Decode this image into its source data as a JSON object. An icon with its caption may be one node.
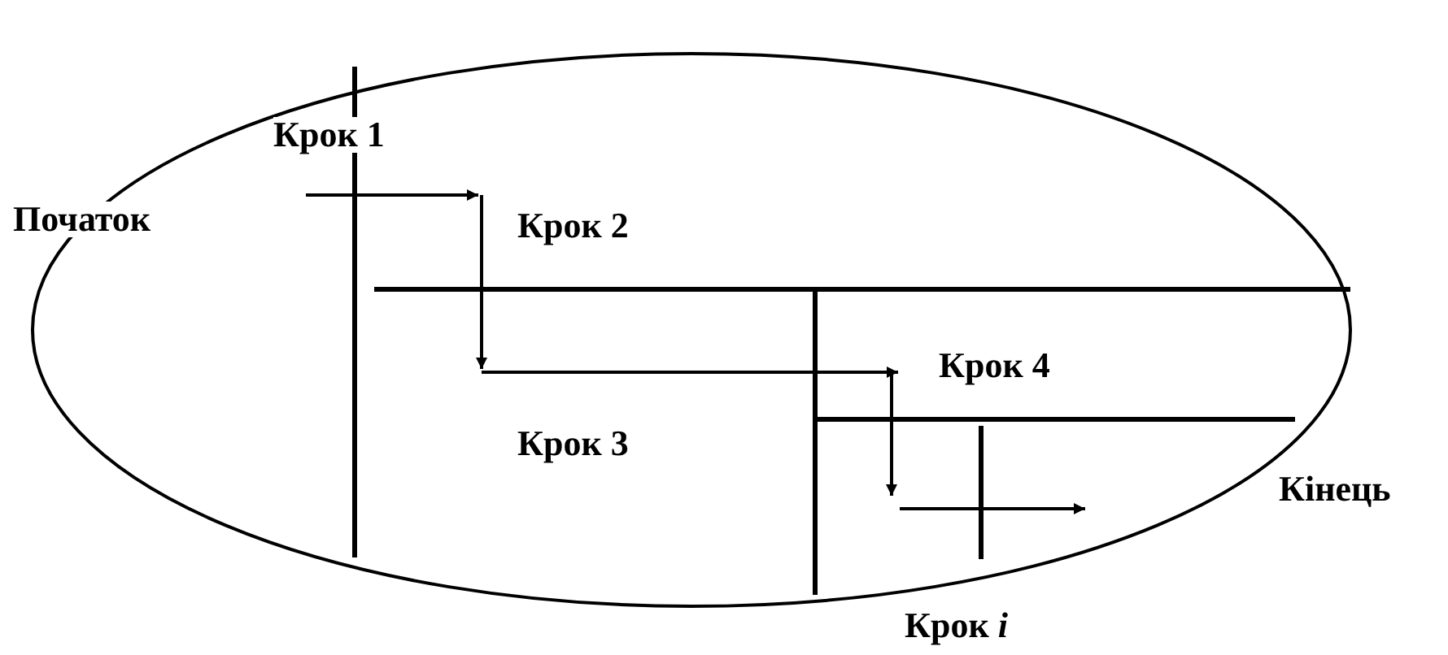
{
  "diagram": {
    "labels": [
      "Крок 1",
      "Початок",
      "Крок 2",
      "Крок 4",
      "Крок 3",
      "Кінець",
      "Крок *i*"
    ]
  }
}
